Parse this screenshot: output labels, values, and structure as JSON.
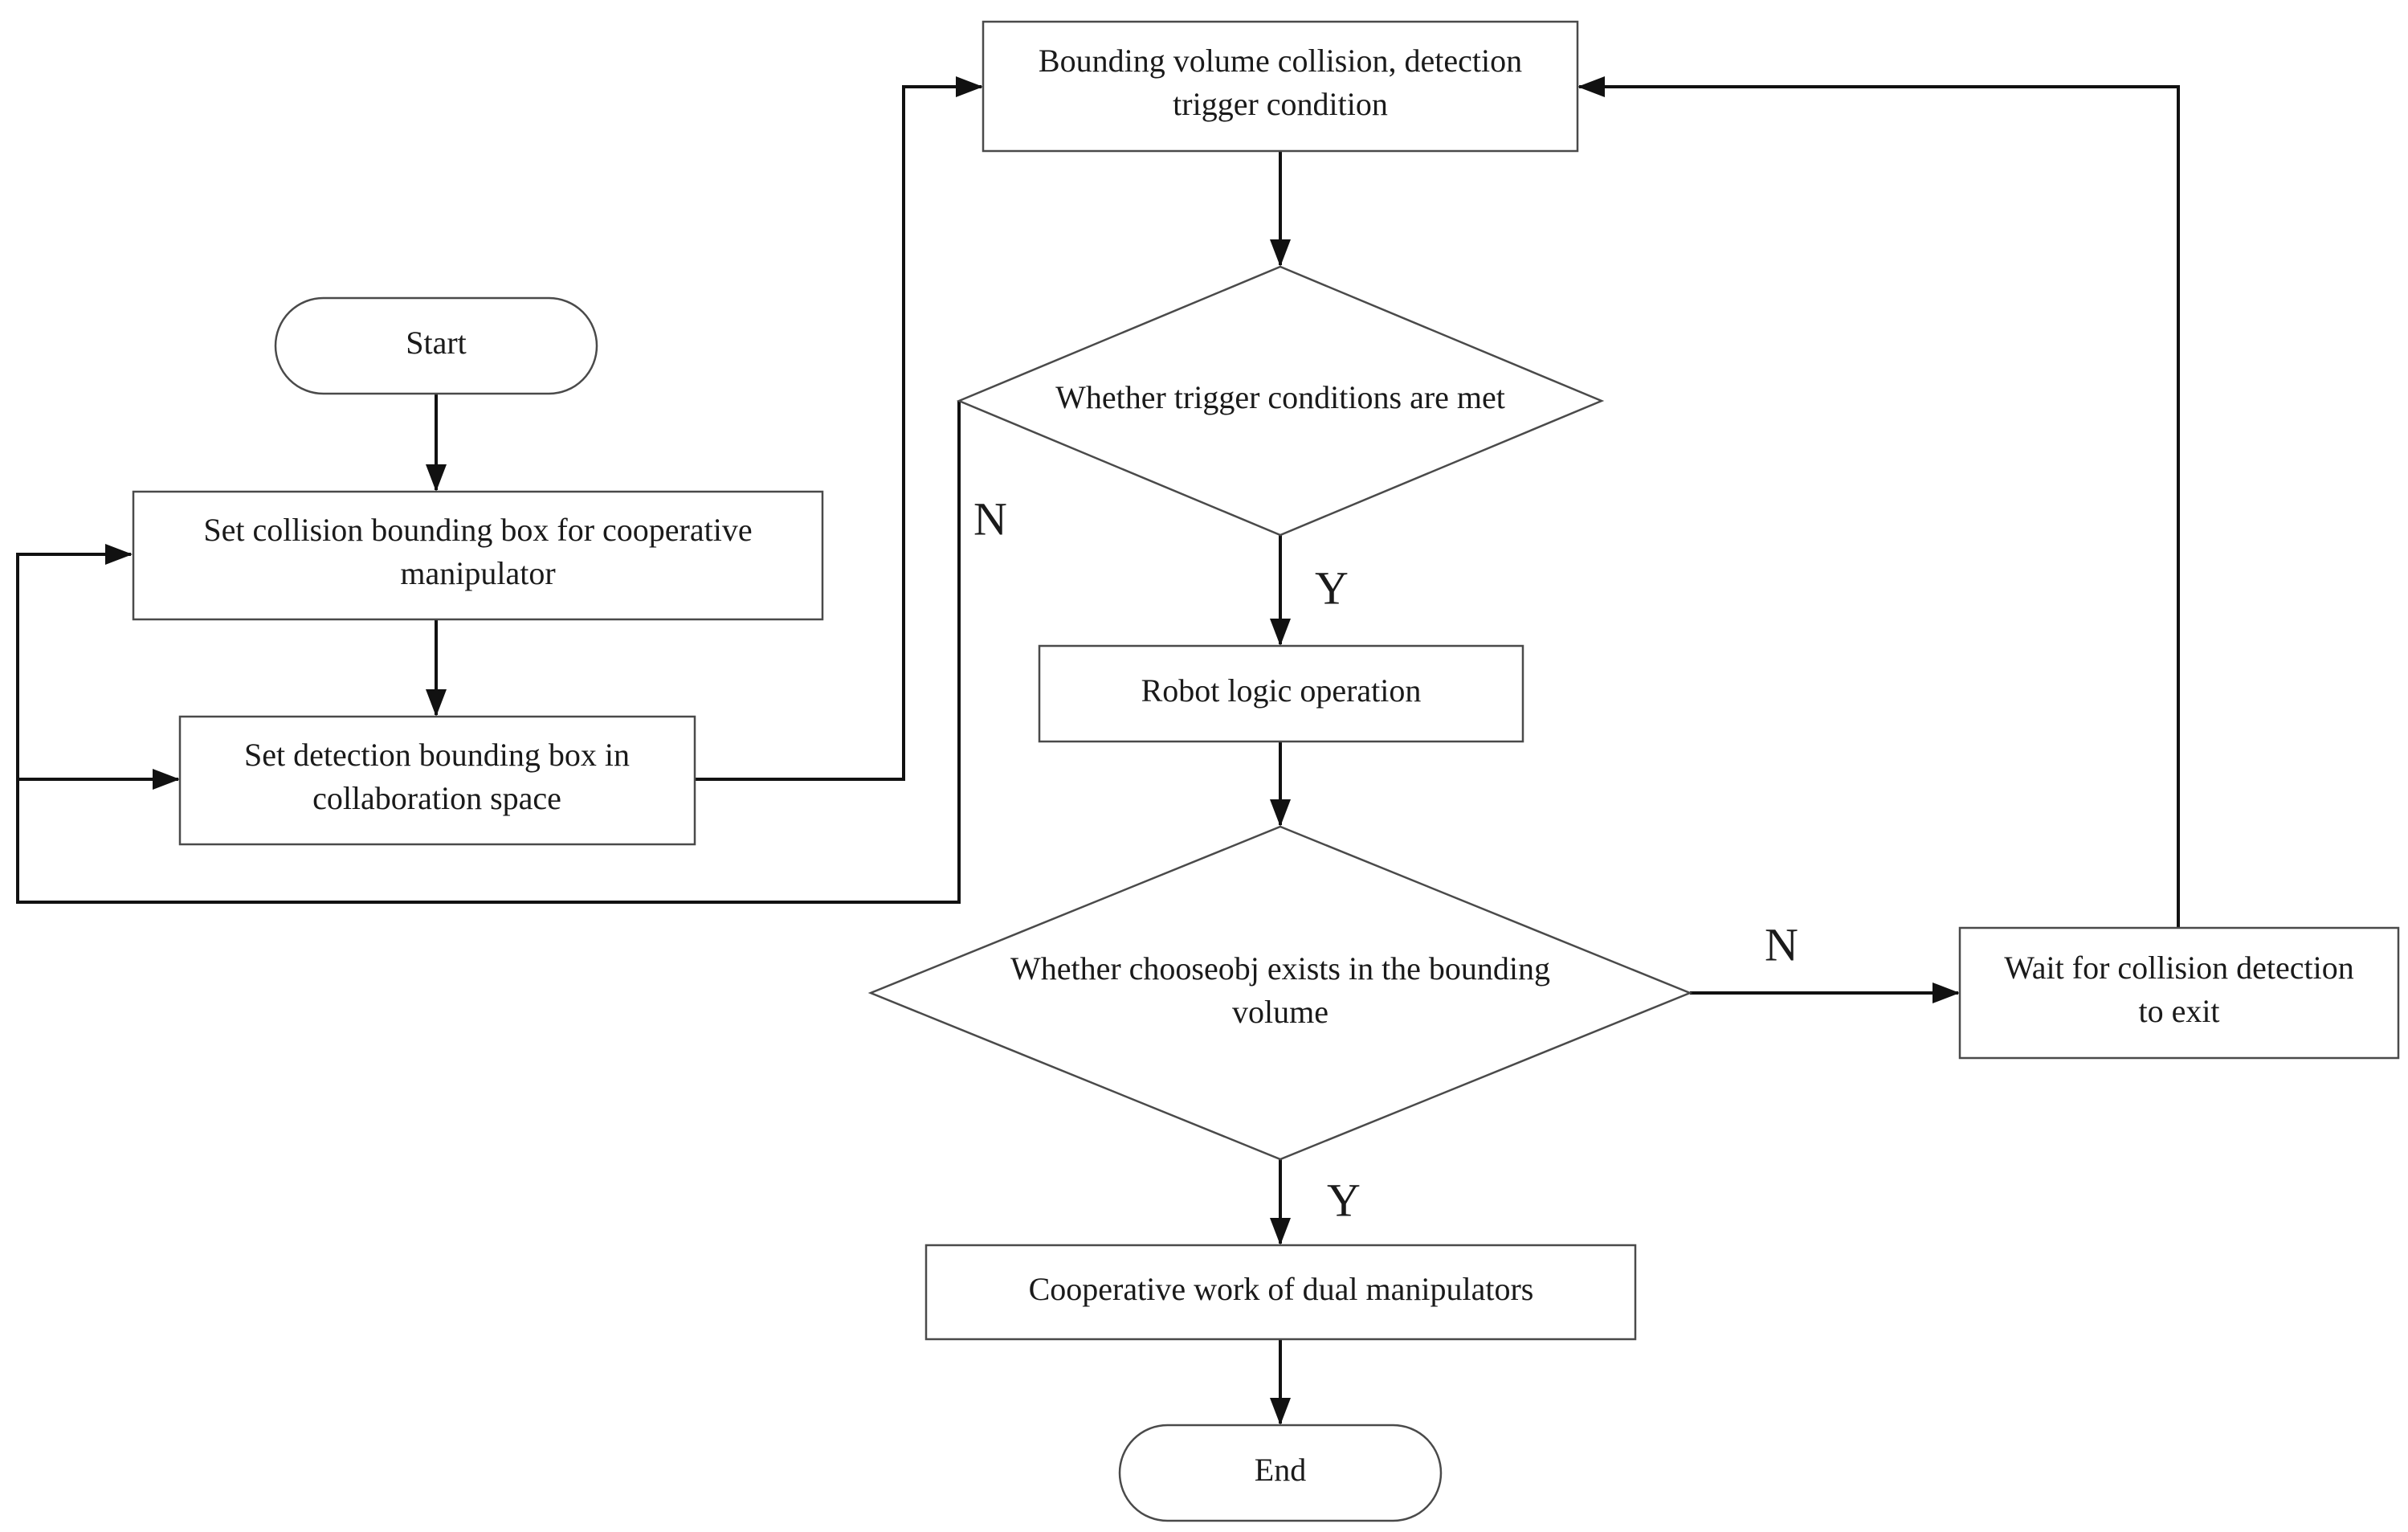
{
  "diagram": {
    "nodes": {
      "start": "Start",
      "set_collision_box": [
        "Set collision bounding box for cooperative",
        "manipulator"
      ],
      "set_detection_box": [
        "Set detection bounding box in",
        "collaboration space"
      ],
      "bounding_volume_detection": [
        "Bounding volume collision, detection",
        "trigger condition"
      ],
      "trigger_decision": "Whether trigger conditions are met",
      "robot_logic": "Robot logic operation",
      "chooseobj_decision": [
        "Whether chooseobj exists in the bounding",
        "volume"
      ],
      "wait_exit": [
        "Wait for collision detection",
        "to exit"
      ],
      "cooperative_work": "Cooperative work of dual manipulators",
      "end": "End"
    },
    "branch_labels": {
      "trigger_no": "N",
      "trigger_yes": "Y",
      "chooseobj_no": "N",
      "chooseobj_yes": "Y"
    },
    "colors": {
      "shape_stroke": "#4a4a4a",
      "edge": "#111111",
      "text": "#1a1a1a",
      "background": "#ffffff"
    }
  }
}
